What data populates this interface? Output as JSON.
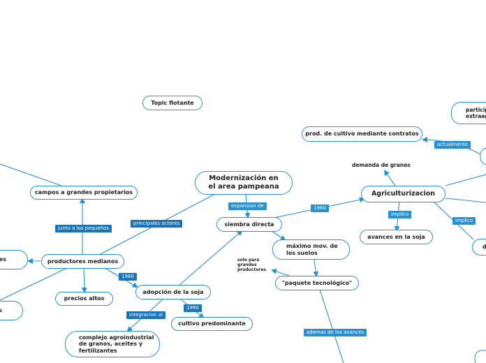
{
  "nodes": {
    "topic_flotante": "Topic flotante",
    "modernizacion": "Modernización en\nel area pampeana",
    "siembra_directa": "siembra directa",
    "campos_grandes": "campos a grandes propietarios",
    "productores_medianos": "productores medianos",
    "precios_altos": "precios altos",
    "adopcion_soja": "adopción de la soja",
    "cultivo_predominante": "cultivo predominante",
    "complejo_agroindustrial": "complejo agroindustrial\nde granos, aceites y\nfertilizantes",
    "maximo_mov": "máximo mov. de\nlos suelos",
    "paquete": "\"paquete tecnológico\"",
    "agriculturizacion": "Agriculturizacion",
    "avances_soja": "avances en la soja",
    "prod_cultivo": "prod. de cultivo mediante contratos",
    "particip": "particip\nextraag",
    "demanda_granos": "demanda de granos",
    "solo_para": "solo para\ngrandes\nproductores",
    "partial_ies": "ies",
    "partial_s": "s",
    "partial_d": "d"
  },
  "tags": {
    "principales_actores": "principales actores",
    "junto_pequenos": "junto a los pequeños",
    "expansion_de": "expansion de",
    "y1960": "1960",
    "y1980": "1980",
    "y1990": "1990",
    "integracion_al": "integracion al",
    "implico_1": "implico",
    "implico_2": "implico",
    "actualmente": "actualmente",
    "ademas": "ademas de los avances"
  },
  "colors": {
    "line": "#2a8fd1",
    "tag": "#2a8fd1",
    "tag_dark": "#1a73b8",
    "text": "#1e1e1e"
  }
}
